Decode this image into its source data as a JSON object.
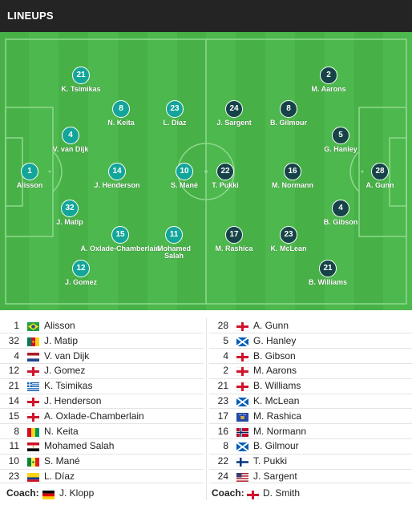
{
  "header": {
    "title": "LINEUPS"
  },
  "colors": {
    "home": "#14a59a",
    "away": "#154348",
    "pitch": "#4db84d",
    "pitch_alt": "#46b046"
  },
  "home_players": [
    {
      "number": "21",
      "name": "K. Tsimikas"
    },
    {
      "number": "8",
      "name": "N. Keita"
    },
    {
      "number": "23",
      "name": "L. Díaz"
    },
    {
      "number": "4",
      "name": "V. van Dijk"
    },
    {
      "number": "1",
      "name": "Alisson"
    },
    {
      "number": "14",
      "name": "J. Henderson"
    },
    {
      "number": "10",
      "name": "S. Mané"
    },
    {
      "number": "32",
      "name": "J. Matip"
    },
    {
      "number": "15",
      "name": "A. Oxlade-Chamberlain"
    },
    {
      "number": "11",
      "name": "Mohamed Salah"
    },
    {
      "number": "12",
      "name": "J. Gomez"
    }
  ],
  "away_players": [
    {
      "number": "2",
      "name": "M. Aarons"
    },
    {
      "number": "24",
      "name": "J. Sargent"
    },
    {
      "number": "8",
      "name": "B. Gilmour"
    },
    {
      "number": "5",
      "name": "G. Hanley"
    },
    {
      "number": "22",
      "name": "T. Pukki"
    },
    {
      "number": "16",
      "name": "M. Normann"
    },
    {
      "number": "28",
      "name": "A. Gunn"
    },
    {
      "number": "4",
      "name": "B. Gibson"
    },
    {
      "number": "17",
      "name": "M. Rashica"
    },
    {
      "number": "23",
      "name": "K. McLean"
    },
    {
      "number": "21",
      "name": "B. Williams"
    }
  ],
  "home_list": [
    {
      "number": "1",
      "flag": "brazil",
      "name": "Alisson"
    },
    {
      "number": "32",
      "flag": "cameroon",
      "name": "J. Matip"
    },
    {
      "number": "4",
      "flag": "netherlands",
      "name": "V. van Dijk"
    },
    {
      "number": "12",
      "flag": "england",
      "name": "J. Gomez"
    },
    {
      "number": "21",
      "flag": "greece",
      "name": "K. Tsimikas"
    },
    {
      "number": "14",
      "flag": "england",
      "name": "J. Henderson"
    },
    {
      "number": "15",
      "flag": "england",
      "name": "A. Oxlade-Chamberlain"
    },
    {
      "number": "8",
      "flag": "guinea",
      "name": "N. Keita"
    },
    {
      "number": "11",
      "flag": "egypt",
      "name": "Mohamed Salah"
    },
    {
      "number": "10",
      "flag": "senegal",
      "name": "S. Mané"
    },
    {
      "number": "23",
      "flag": "colombia",
      "name": "L. Díaz"
    }
  ],
  "away_list": [
    {
      "number": "28",
      "flag": "england",
      "name": "A. Gunn"
    },
    {
      "number": "5",
      "flag": "scotland",
      "name": "G. Hanley"
    },
    {
      "number": "4",
      "flag": "england",
      "name": "B. Gibson"
    },
    {
      "number": "2",
      "flag": "england",
      "name": "M. Aarons"
    },
    {
      "number": "21",
      "flag": "england",
      "name": "B. Williams"
    },
    {
      "number": "23",
      "flag": "scotland",
      "name": "K. McLean"
    },
    {
      "number": "17",
      "flag": "kosovo",
      "name": "M. Rashica"
    },
    {
      "number": "16",
      "flag": "norway",
      "name": "M. Normann"
    },
    {
      "number": "8",
      "flag": "scotland",
      "name": "B. Gilmour"
    },
    {
      "number": "22",
      "flag": "finland",
      "name": "T. Pukki"
    },
    {
      "number": "24",
      "flag": "usa",
      "name": "J. Sargent"
    }
  ],
  "home_coach": {
    "label": "Coach:",
    "flag": "germany",
    "name": "J. Klopp"
  },
  "away_coach": {
    "label": "Coach:",
    "flag": "england",
    "name": "D. Smith"
  }
}
